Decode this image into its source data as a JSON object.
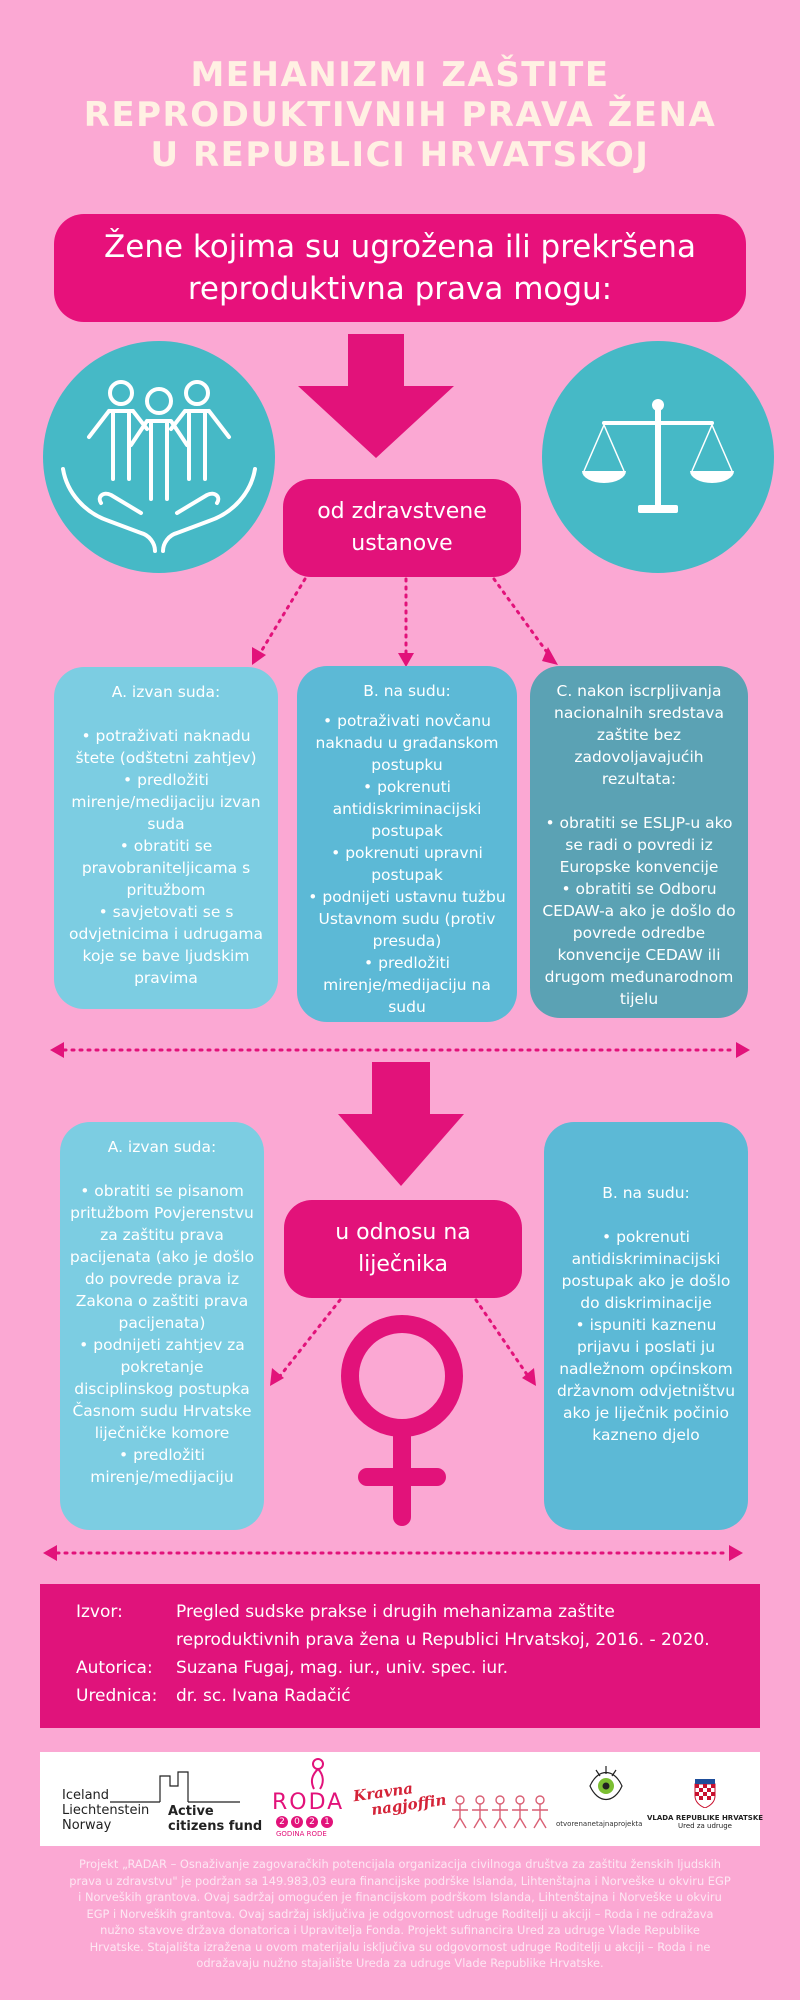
{
  "title": {
    "lines": [
      "MEHANIZMI ZAŠTITE",
      "REPRODUKTIVNIH PRAVA ŽENA",
      "U REPUBLICI HRVATSKOJ"
    ]
  },
  "banner": {
    "lines": [
      "Žene kojima su ugrožena ili prekršena",
      "reproduktivna prava mogu:"
    ]
  },
  "section1": {
    "pill": [
      "od zdravstvene",
      "ustanove"
    ],
    "cards": [
      {
        "head": "A. izvan suda:",
        "lines": [
          "• potraživati naknadu",
          "štete (odštetni zahtjev)",
          "• predložiti",
          "mirenje/medijaciju izvan",
          "suda",
          "• obratiti se",
          "pravobraniteljicama s",
          "pritužbom",
          "• savjetovati se s",
          "odvjetnicima i udrugama",
          "koje se bave ljudskim",
          "pravima"
        ]
      },
      {
        "head": "B. na sudu:",
        "lines": [
          "• potraživati novčanu",
          "naknadu u građanskom",
          "postupku",
          "• pokrenuti",
          "antidiskriminacijski",
          "postupak",
          "• pokrenuti upravni",
          "postupak",
          "• podnijeti ustavnu tužbu",
          "Ustavnom sudu (protiv",
          "presuda)",
          "• predložiti",
          "mirenje/medijaciju na",
          "sudu"
        ]
      },
      {
        "head_lines": [
          "C. nakon iscrpljivanja",
          "nacionalnih sredstava",
          "zaštite bez",
          "zadovoljavajućih",
          "rezultata:"
        ],
        "lines": [
          "• obratiti se ESLJP-u ako",
          "se radi o povredi iz",
          "Europske konvencije",
          "• obratiti se Odboru",
          "CEDAW-a ako je došlo do",
          "povrede odredbe",
          "konvencije CEDAW ili",
          "drugom međunarodnom",
          "tijelu"
        ]
      }
    ]
  },
  "section2": {
    "pill": [
      "u odnosu na",
      "liječnika"
    ],
    "cards": [
      {
        "head": "A. izvan suda:",
        "lines": [
          "• obratiti se pisanom",
          "pritužbom Povjerenstvu",
          "za zaštitu prava",
          "pacijenata (ako je došlo",
          "do povrede prava iz",
          "Zakona o zaštiti prava",
          "pacijenata)",
          "• podnijeti zahtjev za",
          "pokretanje",
          "disciplinskog postupka",
          "Časnom sudu Hrvatske",
          "liječničke komore",
          "• predložiti",
          "mirenje/medijaciju"
        ]
      },
      {
        "head": "B. na sudu:",
        "lines": [
          "• pokrenuti",
          "antidiskriminacijski",
          "postupak ako je došlo",
          "do diskriminacije",
          "• ispuniti kaznenu",
          "prijavu i poslati ju",
          "nadležnom općinskom",
          "državnom odvjetništvu",
          "ako je liječnik počinio",
          "kazneno djelo"
        ]
      }
    ]
  },
  "source": {
    "rows": [
      {
        "key": "Izvor:",
        "value": "Pregled sudske prakse i drugih mehanizama zaštite"
      },
      {
        "key": "",
        "value": "reproduktivnih prava žena u Republici Hrvatskoj, 2016. - 2020."
      },
      {
        "key": "Autorica:",
        "value": "Suzana Fugaj, mag. iur., univ. spec. iur."
      },
      {
        "key": "Urednica:",
        "value": "dr. sc. Ivana Radačić"
      }
    ]
  },
  "logos": {
    "eea": [
      "Iceland",
      "Liechtenstein",
      "Norway"
    ],
    "active": [
      "Active",
      "citizens fund"
    ],
    "roda": "RODA",
    "roda_years": [
      "2",
      "0",
      "2",
      "1"
    ],
    "roda_sub": "GODINA RODE",
    "krivna": [
      "Kravna",
      "nagjoffin"
    ],
    "strana": "otvorenanetajnaprojekta",
    "vlada": [
      "VLADA REPUBLIKE HRVATSKE",
      "Ured za udruge"
    ]
  },
  "footer": {
    "lines": [
      "Projekt „RADAR – Osnaživanje zagovaračkih potencijala organizacija civilnoga društva za zaštitu ženskih ljudskih",
      "prava u zdravstvu\" je podržan sa 149.983,03 eura financijske podrške Islanda, Lihtenštajna i Norveške u okviru EGP",
      "i Norveških grantova. Ovaj sadržaj omogućen je financijskom podrškom Islanda, Lihtenštajna i Norveške u okviru",
      "EGP i Norveških grantova. Ovaj sadržaj isključiva je odgovornost udruge Roditelji u akciji – Roda i ne odražava",
      "nužno stavove država donatorica i Upravitelja Fonda. Projekt sufinancira Ured za udruge Vlade Republike",
      "Hrvatske. Stajališta izražena u ovom materijalu isključiva su odgovornost udruge Roditelji u akciji – Roda i ne",
      "odražavaju nužno stajalište Ureda za udruge Vlade Republike Hrvatske."
    ]
  },
  "colors": {
    "background": "#fba8d3",
    "magenta": "#e2127a",
    "teal": "#46b9c6",
    "card_light": "#7ccde2",
    "card_mid": "#5cb9d6",
    "card_dark": "#5ba2b4",
    "title": "#fff1e3"
  }
}
